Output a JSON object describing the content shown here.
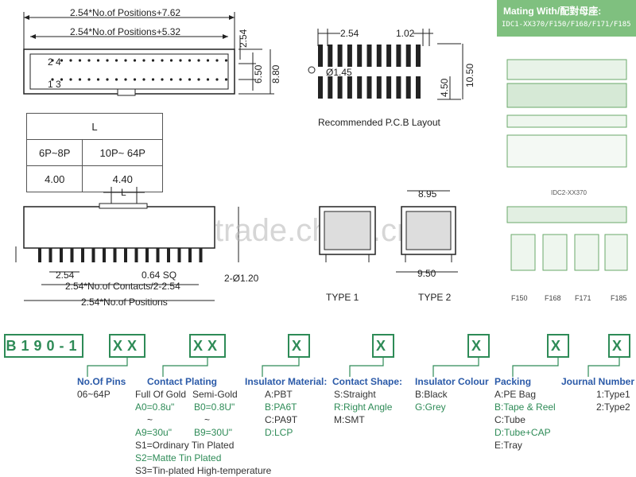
{
  "drawing": {
    "top_dims": {
      "outer_width": "2.54*No.of Positions+7.62",
      "inner_width": "2.54*No.of Positions+5.32",
      "height_small": "2.54",
      "height_mid": "6.50",
      "height_outer": "8.80",
      "pin_labels_top": "2  4",
      "pin_labels_bottom": "1  3"
    },
    "pcb": {
      "pitch": "2.54",
      "offset": "1.02",
      "hole": "Ø1.45",
      "row_spacing": "4.50",
      "total": "10.50",
      "caption": "Recommended P.C.B Layout"
    },
    "table": {
      "header": "L",
      "col1": "6P~8P",
      "col2": "10P~ 64P",
      "val1": "4.00",
      "val2": "4.40"
    },
    "side": {
      "L_label": "L",
      "pitch": "2.54",
      "pin_sq": "0.64 SQ",
      "contacts": "2.54*No.of Contacts/2-2.54",
      "positions": "2.54*No.of Positions",
      "hole": "2-Ø1.20"
    },
    "types": {
      "type1": "TYPE 1",
      "type2": "TYPE 2",
      "width_top": "8.95",
      "width_bottom": "9.50"
    },
    "watermark": "trade.china.cn"
  },
  "mating": {
    "title": "Mating With/配對母座:",
    "models": "IDC1-XX370/F150/F168/F171/F185",
    "inner_label": "IDC2-XX370",
    "labels": [
      "F150",
      "F168",
      "F171",
      "F185"
    ],
    "bg_color": "#7fc07f"
  },
  "part_code": {
    "prefix": "B190-1",
    "boxes": [
      "XX",
      "XX",
      "X",
      "X",
      "X",
      "X",
      "X"
    ],
    "accent_color": "#2e8b57"
  },
  "legend": {
    "pins": {
      "title": "No.Of Pins",
      "items": [
        "06~64P"
      ]
    },
    "plating": {
      "title": "Contact Plating",
      "gold_head": "Full Of Gold",
      "semi_head": "Semi-Gold",
      "gold_a0": "A0=0.8u\"",
      "semi_b0": "B0=0.8U\"",
      "tilde": "~",
      "gold_a9": "A9=30u\"",
      "semi_b9": "B9=30U\"",
      "s1": "S1=Ordinary Tin Plated",
      "s2": "S2=Matte Tin Plated",
      "s3": "S3=Tin-plated High-temperature"
    },
    "material": {
      "title": "Insulator Material:",
      "items": [
        "A:PBT",
        "B:PA6T",
        "C:PA9T",
        "D:LCP"
      ]
    },
    "shape": {
      "title": "Contact Shape:",
      "items": [
        "S:Straight",
        "R:Right Angle",
        "M:SMT"
      ]
    },
    "colour": {
      "title": "Insulator Colour",
      "items": [
        "B:Black",
        "G:Grey"
      ]
    },
    "packing": {
      "title": "Packing",
      "items": [
        "A:PE Bag",
        "B:Tape & Reel",
        "C:Tube",
        "D:Tube+CAP",
        "E:Tray"
      ]
    },
    "journal": {
      "title": "Journal Number",
      "items": [
        "1:Type1",
        "2:Type2"
      ]
    }
  }
}
